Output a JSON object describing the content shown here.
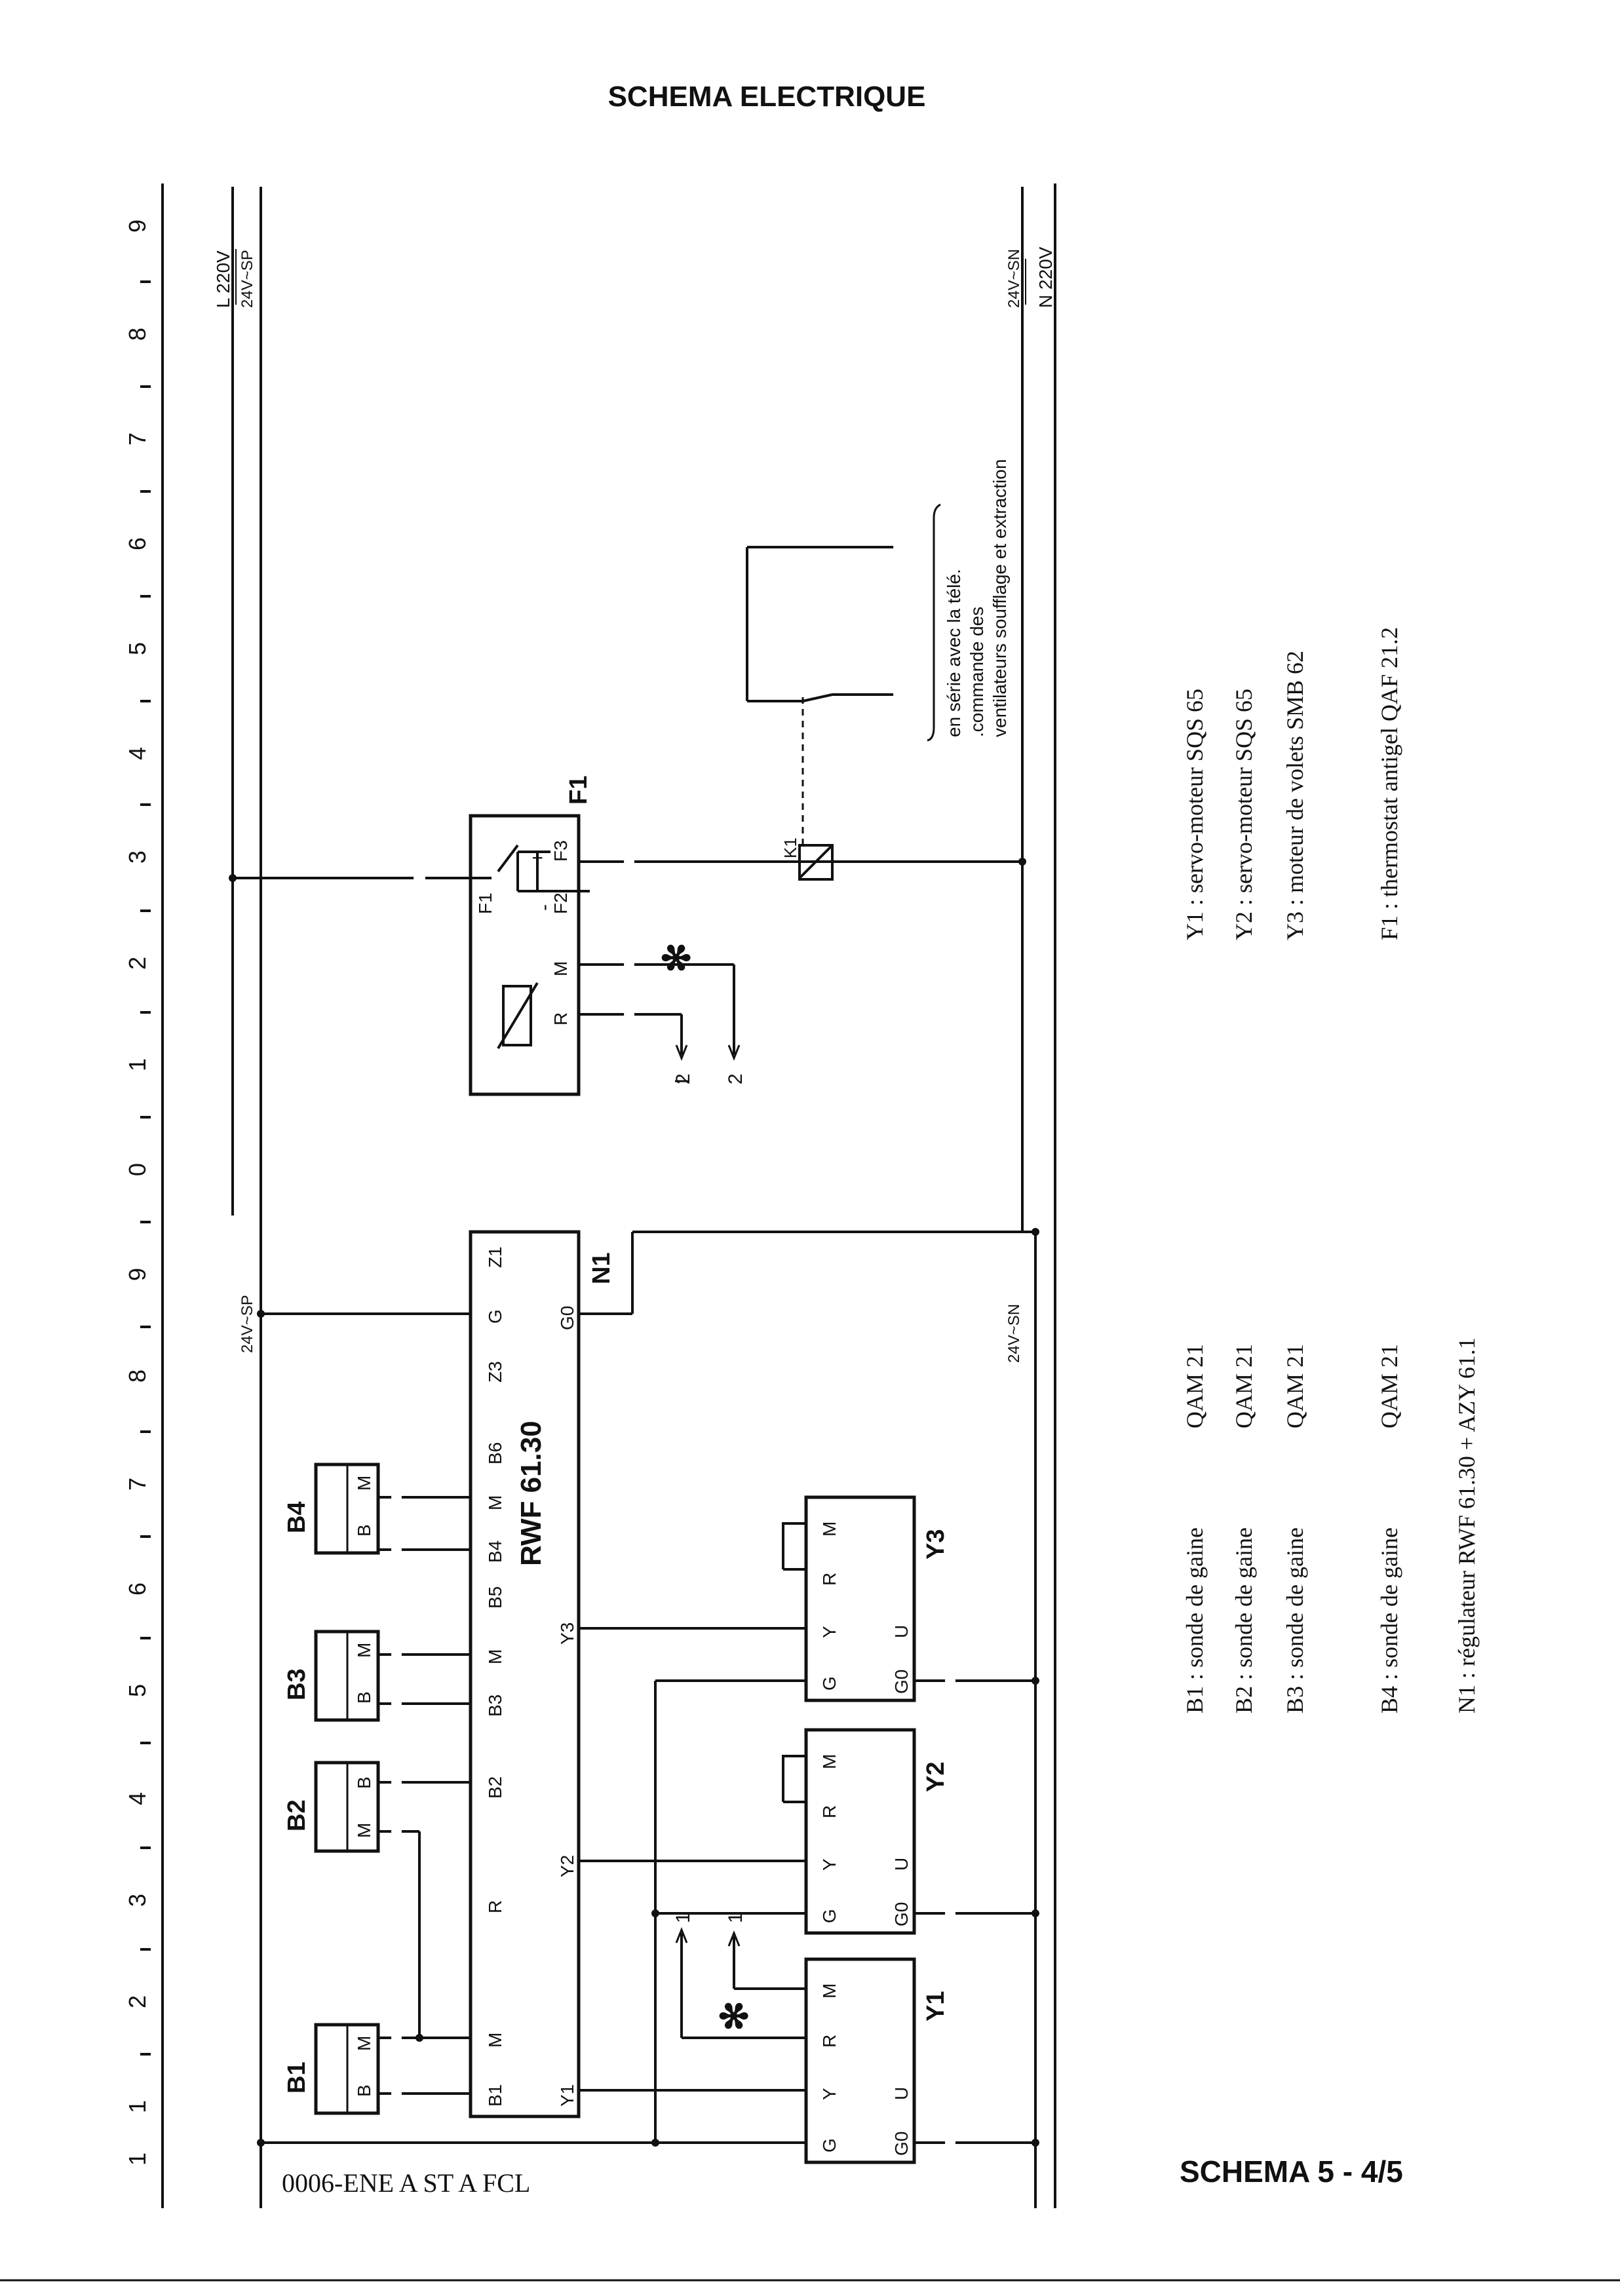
{
  "title": "SCHEMA ELECTRIQUE",
  "footer_ref": "0006-ENE A ST A FCL",
  "schema_label": "SCHEMA 5 - 4/5",
  "ruler": [
    "1",
    "1",
    "2",
    "3",
    "4",
    "5",
    "6",
    "7",
    "8",
    "9",
    "0",
    "1",
    "2",
    "3",
    "4",
    "5",
    "6",
    "7",
    "8",
    "9"
  ],
  "bus": {
    "l220": "L 220V",
    "sp_top": "24V~SP",
    "sn_top": "24V~SN",
    "n220": "N 220V",
    "sp_bottom": "24V~SP",
    "sn_bottom": "24V~SN"
  },
  "f1": {
    "name": "F1",
    "term_f1": "F1",
    "term_f2": "F2",
    "term_f3": "F3",
    "plus": "+",
    "minus": "-",
    "term_r": "R",
    "term_m": "M",
    "link_a": "2",
    "link_b": "2",
    "star": "✻"
  },
  "relay": {
    "name": "K1"
  },
  "relay_note": [
    "en série avec la télé.",
    ".commande des",
    "ventilateurs soufflage et extraction"
  ],
  "regulator": {
    "name": "N1",
    "model": "RWF 61.30",
    "top_terms": [
      "B1",
      "M",
      "R",
      "B2",
      "B3",
      "M",
      "B5",
      "B4",
      "M",
      "B6",
      "Z3",
      "G",
      "Z1"
    ],
    "bottom_terms": [
      "Y1",
      "Y2",
      "Y3",
      "G0"
    ]
  },
  "sensors": [
    {
      "name": "B1",
      "terms": [
        "B",
        "M"
      ]
    },
    {
      "name": "B2",
      "terms": [
        "M",
        "B"
      ]
    },
    {
      "name": "B3",
      "terms": [
        "B",
        "M"
      ]
    },
    {
      "name": "B4",
      "terms": [
        "B",
        "M"
      ]
    }
  ],
  "actuators": [
    {
      "name": "Y1",
      "terms": [
        "G",
        "Y",
        "R",
        "M",
        "G0",
        "U"
      ],
      "link": "1",
      "star": "✻"
    },
    {
      "name": "Y2",
      "terms": [
        "G",
        "Y",
        "R",
        "M",
        "G0",
        "U"
      ]
    },
    {
      "name": "Y3",
      "terms": [
        "G",
        "Y",
        "R",
        "M",
        "G0",
        "U"
      ]
    }
  ],
  "legend_right": [
    "Y1 : servo-moteur  SQS 65",
    "Y2 : servo-moteur  SQS 65",
    "Y3 : moteur de volets SMB 62",
    "F1 : thermostat antigel QAF 21.2"
  ],
  "legend_left": [
    {
      "label": "B1 : sonde de gaine",
      "model": "QAM 21"
    },
    {
      "label": "B2 : sonde de gaine",
      "model": "QAM 21"
    },
    {
      "label": "B3 : sonde de gaine",
      "model": "QAM 21"
    },
    {
      "label": "B4 : sonde de gaine",
      "model": "QAM 21"
    }
  ],
  "legend_n1": "N1 : régulateur RWF 61.30   +  AZY 61.1"
}
